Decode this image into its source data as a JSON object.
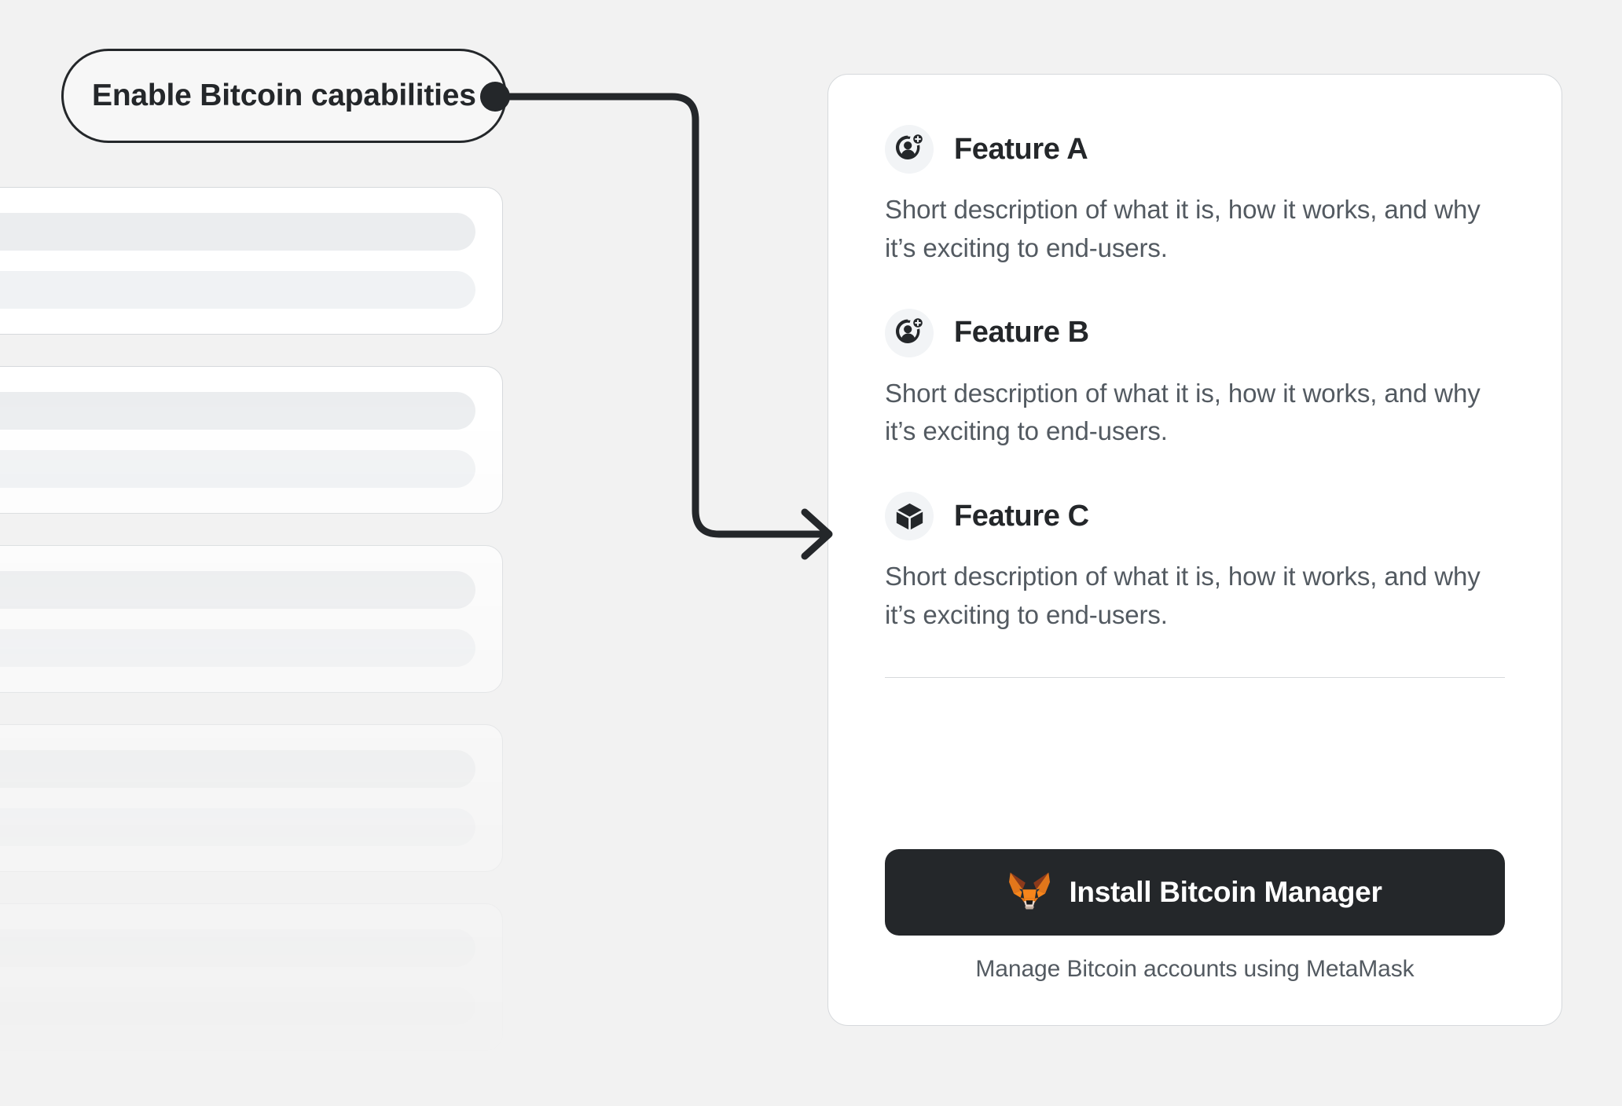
{
  "background": {
    "page_bg": "#F2F2F2",
    "skeleton_card_count": 5,
    "skeleton_card_bg": "#FFFFFF",
    "skeleton_bar_color": "#EBEDEF"
  },
  "annotation": {
    "label": "Enable Bitcoin capabilities",
    "dot_icon": "connector-dot-icon",
    "arrow_icon": "elbow-arrow-icon",
    "border_color": "#24272A",
    "text_color": "#24272A"
  },
  "card": {
    "border_color": "#D6D9DC",
    "background": "#FFFFFF",
    "features": [
      {
        "icon": "add-account-icon",
        "title": "Feature A",
        "description": "Short description of what it is, how it works, and why it’s exciting to end-users."
      },
      {
        "icon": "add-account-icon",
        "title": "Feature B",
        "description": "Short description of what it is, how it works, and why it’s exciting to end-users."
      },
      {
        "icon": "cube-icon",
        "title": "Feature C",
        "description": "Short description of what it is, how it works, and why it’s exciting to end-users."
      }
    ],
    "footer": {
      "install_button_label": "Install Bitcoin Manager",
      "install_button_icon": "metamask-fox-icon",
      "install_button_bg": "#24272A",
      "install_button_text_color": "#FFFFFF",
      "caption": "Manage Bitcoin accounts using MetaMask",
      "caption_color": "#535A61"
    }
  }
}
